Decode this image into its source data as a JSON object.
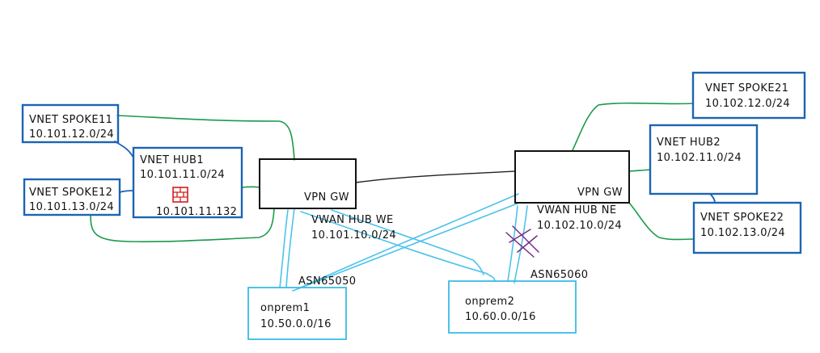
{
  "colors": {
    "vnet_border": "#1c64b4",
    "peering_line": "#1a9a4a",
    "vpn_line": "#4cc3ea",
    "gateway_border": "#111111",
    "firewall_icon": "#d81b1b",
    "blocked_mark": "#7a2a8a"
  },
  "nodes": {
    "spoke11": {
      "name": "VNET SPOKE11",
      "cidr": "10.101.12.0/24"
    },
    "spoke12": {
      "name": "VNET SPOKE12",
      "cidr": "10.101.13.0/24"
    },
    "hub1": {
      "name": "VNET HUB1",
      "cidr": "10.101.11.0/24",
      "firewall_ip": "10.101.11.132",
      "icon": "firewall-icon"
    },
    "vwan_we": {
      "gw_label": "VPN GW",
      "name": "VWAN HUB WE",
      "cidr": "10.101.10.0/24",
      "asn": "ASN65050"
    },
    "vwan_ne": {
      "gw_label": "VPN GW",
      "name": "VWAN HUB NE",
      "cidr": "10.102.10.0/24",
      "asn": "ASN65060"
    },
    "spoke21": {
      "name": "VNET SPOKE21",
      "cidr": "10.102.12.0/24"
    },
    "hub2": {
      "name": "VNET HUB2",
      "cidr": "10.102.11.0/24"
    },
    "spoke22": {
      "name": "VNET SPOKE22",
      "cidr": "10.102.13.0/24"
    },
    "onprem1": {
      "name": "onprem1",
      "cidr": "10.50.0.0/16"
    },
    "onprem2": {
      "name": "onprem2",
      "cidr": "10.60.0.0/16"
    }
  }
}
